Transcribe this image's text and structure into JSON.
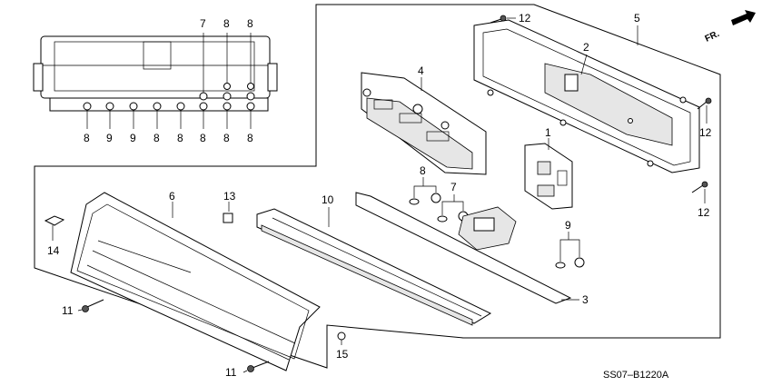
{
  "diagram": {
    "diagram_code": "SS07–B1220A",
    "direction_label": "FR.",
    "callouts": {
      "top_panel": [
        "7",
        "8",
        "8",
        "8",
        "9",
        "9",
        "8",
        "8",
        "8",
        "8",
        "8"
      ],
      "p1": "1",
      "p2": "2",
      "p3": "3",
      "p4": "4",
      "p5": "5",
      "p6": "6",
      "p7": "7",
      "p8": "8",
      "p9": "9",
      "p10": "10",
      "p11_left": "11",
      "p11_bottom": "11",
      "p12_top": "12",
      "p12_right": "12",
      "p12_lower": "12",
      "p13": "13",
      "p14": "14",
      "p15": "15"
    }
  }
}
